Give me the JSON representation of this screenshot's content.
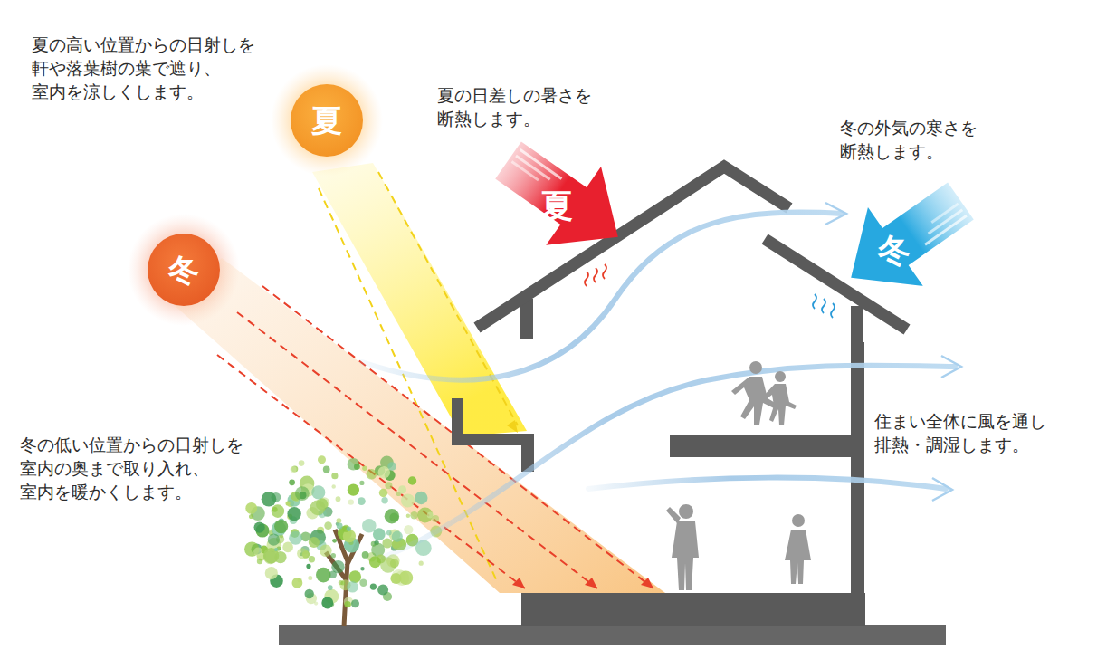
{
  "diagram": {
    "nodes": [
      {
        "text": [
          "夏"
        ]
      },
      {
        "text": [
          "夏"
        ]
      },
      {
        "text": [
          "冬"
        ]
      },
      {
        "text": [
          "冬"
        ]
      }
    ],
    "labels": [
      "夏の高い位置からの日射しを 軒や落葉樹の葉で遮り、 室内を涼しくします。",
      "夏の日差しの暑さを 断熱します。",
      "冬の外気の寒さを 断熱します。",
      "冬の低い位置からの日射しを 室内の奥まで取り入れ、 室内を暖かくします。",
      "住まい全体に風を通し 排熱・調湿します。"
    ]
  }
}
